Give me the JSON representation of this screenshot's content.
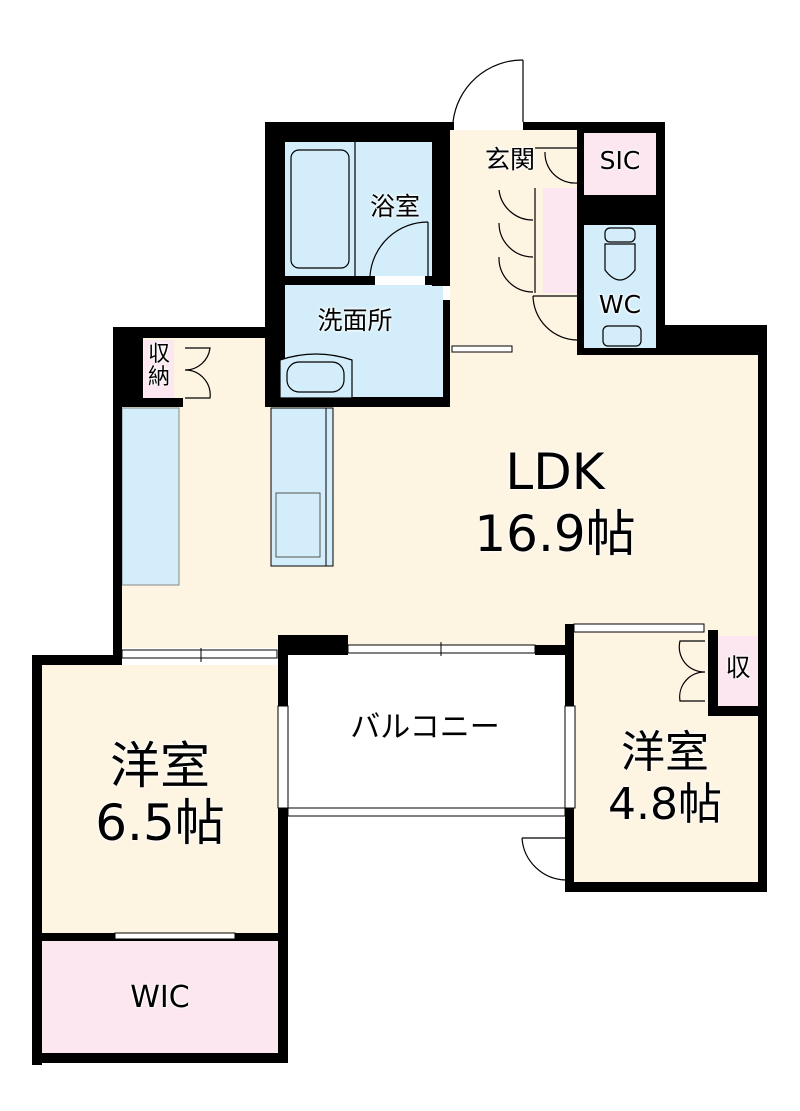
{
  "floor_plan": {
    "colors": {
      "floor": "#fdf4e2",
      "wet_area": "#d3eefa",
      "storage": "#fce6ef",
      "wall": "#000000",
      "outside": "#ffffff"
    },
    "rooms": {
      "ldk": {
        "name": "LDK",
        "size": "16.9帖"
      },
      "western_6_5": {
        "name": "洋室",
        "size": "6.5帖"
      },
      "western_4_8": {
        "name": "洋室",
        "size": "4.8帖"
      },
      "bathroom": {
        "name": "浴室"
      },
      "washroom": {
        "name": "洗面所"
      },
      "entrance": {
        "name": "玄関"
      },
      "sic": {
        "name": "SIC"
      },
      "wc": {
        "name": "WC"
      },
      "wic": {
        "name": "WIC"
      },
      "storage_ldk": {
        "name": "収納"
      },
      "storage_small": {
        "name": "収"
      },
      "balcony": {
        "name": "バルコニー"
      }
    }
  }
}
